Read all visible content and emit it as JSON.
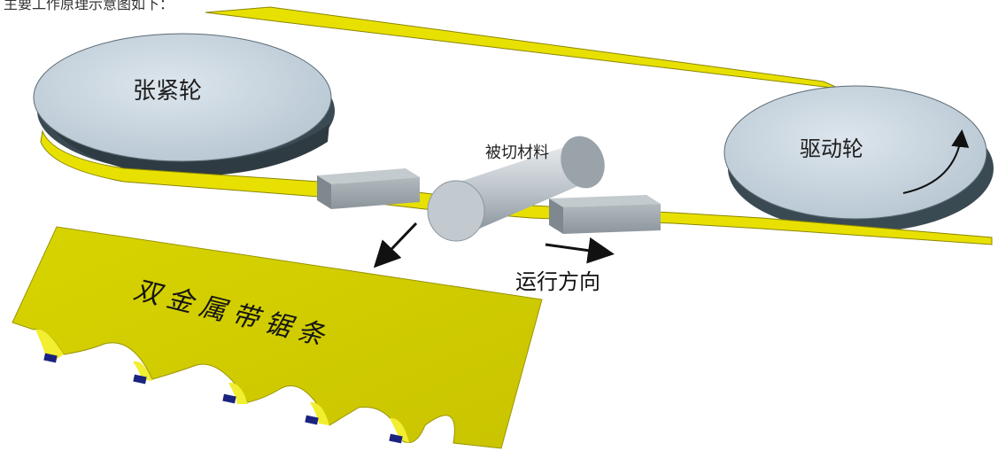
{
  "caption": "主要工作原理示意图如下：",
  "labels": {
    "tension_wheel": "张紧轮",
    "drive_wheel": "驱动轮",
    "workpiece": "被切材料",
    "direction": "运行方向",
    "blade": "双金属带锯条"
  },
  "colors": {
    "band": "#e8e000",
    "wheel_top": "#c9d6e0",
    "wheel_side": "#3a4a52",
    "guide_block": "#9aa3a8",
    "blade_face": "#d4cf00",
    "tooth_tip": "#1a237e"
  }
}
